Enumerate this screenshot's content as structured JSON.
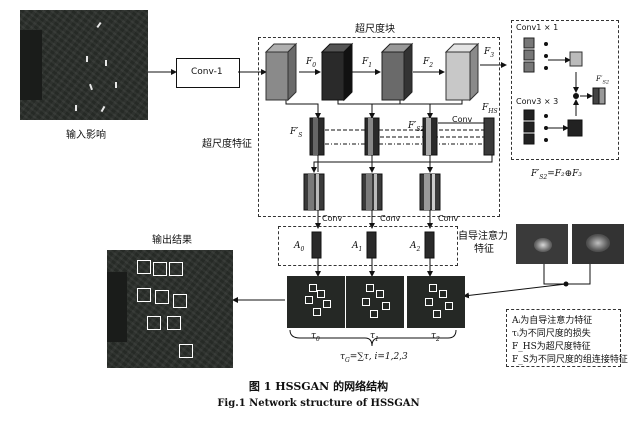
{
  "labels": {
    "input_image": "输入影响",
    "output_result": "输出结果",
    "conv1": "Conv-1",
    "superscale_block": "超尺度块",
    "superscale_feature": "超尺度特征",
    "self_attention": "自导注意力",
    "self_attention_2": "特征",
    "conv": "Conv",
    "F0": "F",
    "F0_sub": "0",
    "F1": "F",
    "F1_sub": "1",
    "F2": "F",
    "F2_sub": "2",
    "F3": "F",
    "F3_sub": "3",
    "FHS": "F",
    "FHS_sub": "HS",
    "FS0p": "F′",
    "FS0p_sub": "S",
    "FS2p": "F′",
    "FS2p_sub": "S2",
    "A0": "A",
    "A0_sub": "0",
    "A1": "A",
    "A1_sub": "1",
    "A2": "A",
    "A2_sub": "2",
    "tau0": "τ",
    "tau0_sub": "0",
    "tau1": "τ",
    "tau1_sub": "1",
    "tau2": "τ",
    "tau2_sub": "2",
    "conv1x1": "Conv1 × 1",
    "conv3x3": "Conv3 × 3",
    "inset_label": "F′",
    "inset_label_sub": "S2",
    "formula_rhs": "=F₂⊕F₃",
    "tau_sum": "τ",
    "tau_sum_rest": "=∑τ, i=1,2,3"
  },
  "legend": [
    "Aᵢ为自导注意力特征",
    "τᵢ为不同尺度的损失",
    "F_HS为超尺度特征",
    "F_S为不同尺度的组连接特征"
  ],
  "caption": {
    "zh": "图 1    HSSGAN 的网络结构",
    "en": "Fig.1    Network structure of HSSGAN"
  },
  "colors": {
    "cube_gray": "#8a8a8a",
    "cube_dark": "#2a2a2a",
    "cube_mid": "#6a6a6a",
    "cube_light": "#c8c8c8",
    "photo_bg": "#2a2e2a"
  }
}
